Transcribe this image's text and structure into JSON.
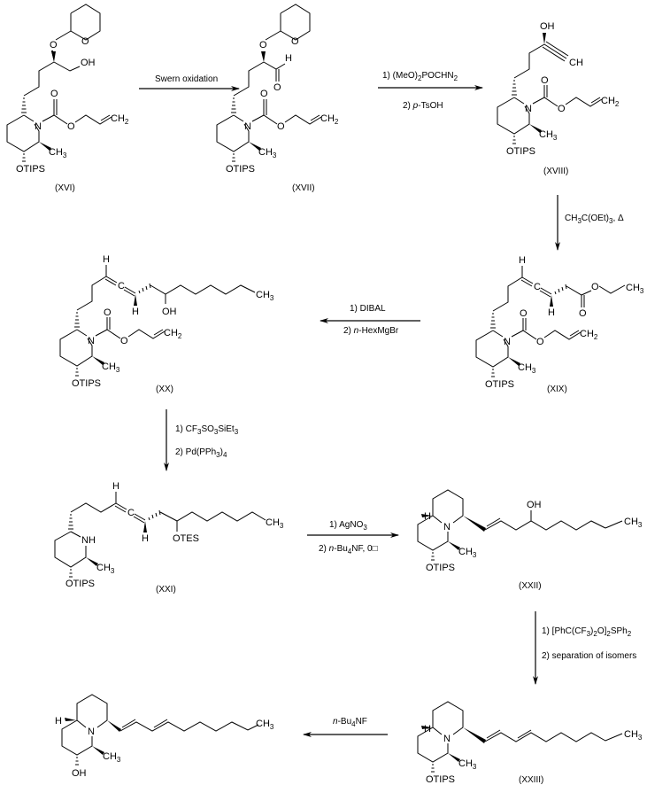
{
  "scheme": {
    "compounds": [
      {
        "id": "XVI",
        "label": "(XVI)",
        "groups": [
          "OH",
          "O",
          "O",
          "O",
          "O",
          "N",
          "CH2",
          "CH3",
          "OTIPS"
        ]
      },
      {
        "id": "XVII",
        "label": "(XVII)",
        "groups": [
          "H",
          "O",
          "O",
          "O",
          "O",
          "O",
          "N",
          "CH2",
          "CH3",
          "OTIPS"
        ]
      },
      {
        "id": "XVIII",
        "label": "(XVIII)",
        "groups": [
          "OH",
          "CH",
          "O",
          "O",
          "N",
          "CH2",
          "CH3",
          "OTIPS"
        ]
      },
      {
        "id": "XIX",
        "label": "(XIX)",
        "groups": [
          "H",
          "C",
          "H",
          "O",
          "O",
          "CH3",
          "O",
          "O",
          "N",
          "CH2",
          "CH3",
          "OTIPS"
        ]
      },
      {
        "id": "XX",
        "label": "(XX)",
        "groups": [
          "H",
          "C",
          "H",
          "OH",
          "CH3",
          "O",
          "O",
          "N",
          "CH2",
          "CH3",
          "OTIPS"
        ]
      },
      {
        "id": "XXI",
        "label": "(XXI)",
        "groups": [
          "H",
          "C",
          "H",
          "OTES",
          "CH3",
          "NH",
          "CH3",
          "OTIPS"
        ]
      },
      {
        "id": "XXII",
        "label": "(XXII)",
        "groups": [
          "OH",
          "H",
          "N",
          "CH3",
          "CH3",
          "OTIPS"
        ]
      },
      {
        "id": "XXIII",
        "label": "(XXIII)",
        "groups": [
          "H",
          "N",
          "CH3",
          "CH3",
          "OTIPS"
        ]
      },
      {
        "id": "final",
        "label": "",
        "groups": [
          "H",
          "N",
          "CH3",
          "CH3",
          "OH"
        ]
      }
    ],
    "steps": [
      {
        "from": "XVI",
        "to": "XVII",
        "direction": "right",
        "reagents": [
          "Swern oxidation"
        ]
      },
      {
        "from": "XVII",
        "to": "XVIII",
        "direction": "right",
        "reagents": [
          "1) (MeO)2POCHN2",
          "2) p-TsOH"
        ]
      },
      {
        "from": "XVIII",
        "to": "XIX",
        "direction": "down",
        "reagents": [
          "CH3C(OEt)3, Δ"
        ]
      },
      {
        "from": "XIX",
        "to": "XX",
        "direction": "left",
        "reagents": [
          "1) DIBAL",
          "2) n-HexMgBr"
        ]
      },
      {
        "from": "XX",
        "to": "XXI",
        "direction": "down",
        "reagents": [
          "1) CF3SO3SiEt3",
          "2) Pd(PPh3)4"
        ]
      },
      {
        "from": "XXI",
        "to": "XXII",
        "direction": "right",
        "reagents": [
          "1) AgNO3",
          "2) n-Bu4NF, 0□"
        ]
      },
      {
        "from": "XXII",
        "to": "XXIII",
        "direction": "down",
        "reagents": [
          "1) [PhC(CF3)2O]2SPh2",
          "2) separation of isomers"
        ]
      },
      {
        "from": "XXIII",
        "to": "final",
        "direction": "left",
        "reagents": [
          "n-Bu4NF"
        ]
      }
    ]
  },
  "text": {
    "OH": "OH",
    "O": "O",
    "H": "H",
    "C": "C",
    "N": "N",
    "NH": "NH",
    "CH": "CH",
    "CH2": "CH",
    "CH3": "CH",
    "sub2": "2",
    "sub3": "3",
    "sub4": "4",
    "OTIPS": "OTIPS",
    "OTES": "OTES",
    "r_swern": "Swern oxidation",
    "r1_a": "1) (MeO)",
    "r1_b": "POCHN",
    "r1_2": "2) ",
    "r1_p": "p",
    "r1_ts": "-TsOH",
    "r2_a": "CH",
    "r2_b": "C(OEt)",
    "r2_c": ", Δ",
    "r3_1": "1) DIBAL",
    "r3_2a": "2) ",
    "r3_n": "n",
    "r3_2b": "-HexMgBr",
    "r4_1a": "1) CF",
    "r4_1b": "SO",
    "r4_1c": "SiEt",
    "r4_2a": "2) Pd(PPh",
    "r4_2b": ")",
    "r5_1a": "1) AgNO",
    "r5_2a": "2) ",
    "r5_n": "n",
    "r5_2b": "-Bu",
    "r5_2c": "NF, 0□",
    "r6_1a": "1) [PhC(CF",
    "r6_1b": ")",
    "r6_1c": "O]",
    "r6_1d": "SPh",
    "r6_2": "2) separation of isomers",
    "r7_n": "n",
    "r7_a": "-Bu",
    "r7_b": "NF"
  }
}
